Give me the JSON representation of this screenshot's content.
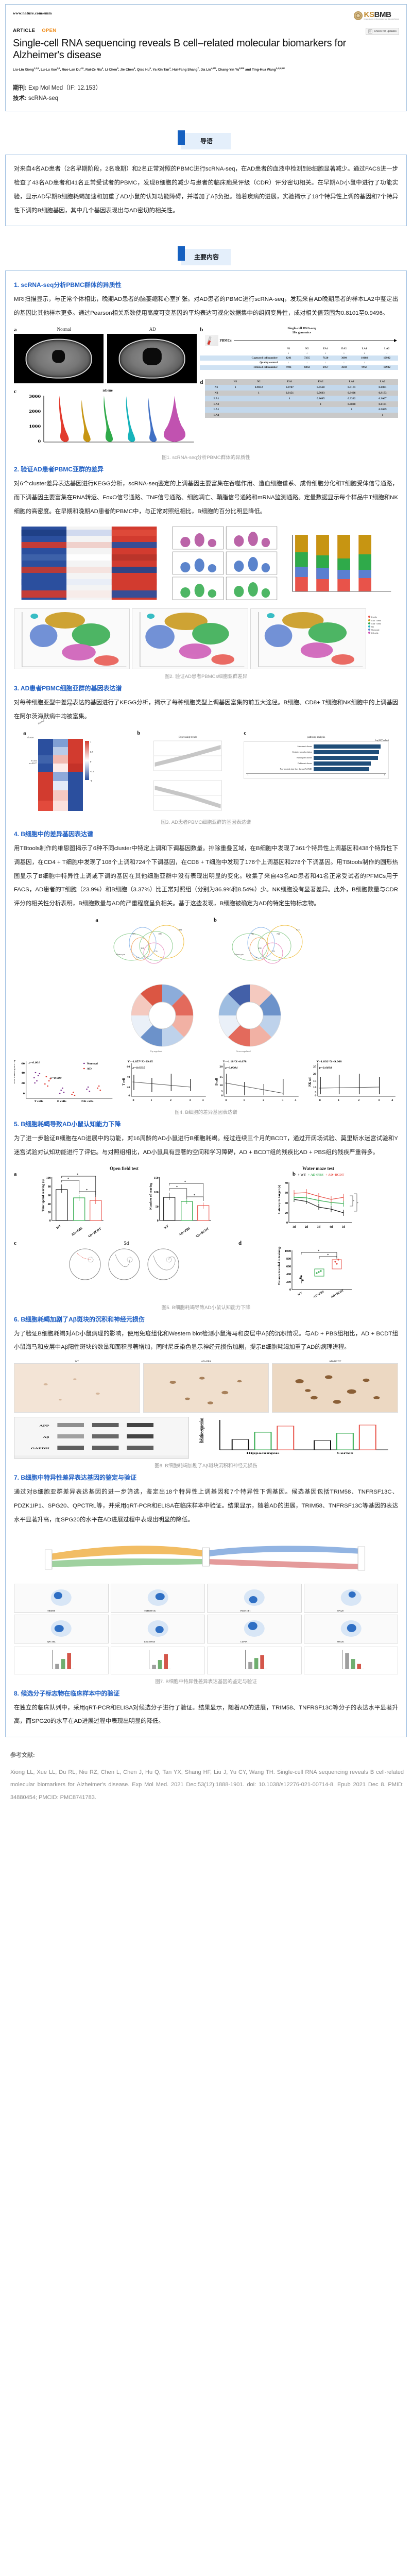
{
  "journal": {
    "url": "www.nature.com/emm",
    "logo_main": "KSBMB",
    "logo_sub": "Korean Society for Biochemistry and Molecular Biology",
    "badge_article": "ARTICLE",
    "badge_open": "OPEN",
    "check_updates": "Check for updates",
    "title": "Single-cell RNA sequencing reveals B cell–related molecular biomarkers for Alzheimer's disease",
    "authors": "Liu-Lin Xiong1,2,9, Lu-Lu Xue3,9, Ruo-Lan Du4,9, Rui-Ze Niu4, Li Chen5, Jie Chen6, Qiao Hu5, Ya-Xin Tan4, Hui-Fang Shang7, Jia Liu4,9✉, Chang-Yin Yu8,9✉ and Ting-Hua Wang3,4,5,9✉",
    "meta_journal_label": "期刊",
    "meta_journal_value": "Exp Mol Med（IF: 12.153）",
    "meta_tech_label": "技术",
    "meta_tech_value": "scRNA-seq"
  },
  "pills": {
    "intro": "导语",
    "main": "主要内容"
  },
  "intro_text": "对来自4名AD患者（2名早期阶段，2名晚期）和2名正常对照的PBMC进行scRNA-seq，在AD患者的血液中检测到B细胞显著减少。通过FACS进一步检查了43名AD患者和41名正常受试者的PBMC，发现B细胞的减少与患者的临床痴呆评级（CDR）评分密切相关。在早期AD小鼠中进行了功能实验，显示AD早期B细胞耗竭加速和加重了AD小鼠的认知功能障碍，并增加了Aβ负担。随着疾病的进展，实验揭示了18个特异性上调的基因和7个特异性下调的B细胞基因，其中几个基因表现出与AD密切的相关性。",
  "sections": [
    {
      "heading": "1. scRNA-seq分析PBMC群体的异质性",
      "body": "MRI扫描显示，与正常个体相比，晚期AD患者的脑萎缩和心室扩张。对AD患者的PBMC进行scRNA-seq，发现来自AD晚期患者的样本LA2中鉴定出的基因比其他样本更多。通过Pearson相关系数使用高度可变基因的平均表达可视化数据集中的组间变异性，成对相关值范围为0.8101至0.9496。",
      "figcap": "图1. scRNA-seq分析PBMC群体的异质性"
    },
    {
      "heading": "2. 验证AD患者PBMC亚群的差异",
      "body": "对6个cluster差异表达基因进行KEGG分析，scRNA-seq鉴定的上调基因主要富集在吞噬作用、造血细胞谱系、成骨细胞分化和T细胞受体信号通路，而下调基因主要富集在RNA转运、FoxO信号通路、TNF信号通路、细胞凋亡、鞘脂信号通路和mRNA监测通路。定量数据显示每个样品中T细胞和NK细胞的高密度。在早期和晚期AD患者的PBMC中，与正常对照组相比，B细胞的百分比明显降低。",
      "figcap": "图2. 验证AD患者PBMCs细胞亚群差异"
    },
    {
      "heading": "3. AD患者PBMC细胞亚群的基因表达谱",
      "body": "对每种细胞亚型中差异表达的基因进行了KEGG分析，揭示了每种细胞类型上调基因富集的前五大途径。B细胞、CD8+ T细胞和NK细胞中的上调基因在阿尔茨海默病中均被富集。",
      "figcap": "图3. AD患者PBMC细胞亚群的基因表达谱"
    },
    {
      "heading": "4. B细胞中的差异基因表达谱",
      "body": "用TBtools制作的维恩图揭示了6种不同cluster中特定上调和下调基因数量。排除重叠区域，在B细胞中发现了361个特异性上调基因和438个特异性下调基因，在CD4 + T细胞中发现了108个上调和724个下调基因，在CD8 + T细胞中发现了176个上调基因和278个下调基因。用TBtools制作的圆形热图显示了B细胞中特异性上调或下调的基因在其他细胞亚群中没有表现出明显的变化。收集了来自43名AD患者和41名正常受试者的PFMCs用于FACS，AD患者的T细胞（23.9%）和B细胞（3.37%）比正常对照组（分别为36.9%和8.54%）少。NK细胞没有显著差异。此外，B细胞数量与CDR评分的相关性分析表明，B细胞数量与AD的严重程度呈负相关。基于这些发现，B细胞被确定为AD的特定生物标志物。",
      "figcap": "图4. B细胞的差异基因表达谱"
    },
    {
      "heading": "5. B细胞耗竭导致AD小鼠认知能力下降",
      "body": "为了进一步验证B细胞在AD进展中的功能，对16周龄的AD小鼠进行B细胞耗竭。经过连续三个月的BCDT，通过开阔场试验、莫里斯水迷宫试验和Y迷宫试验对认知功能进行了评估。与对照组相比，AD小鼠具有显著的空间和学习障碍，AD + BCDT组的残疾比AD + PBS组的残疾严重得多。",
      "figcap": "图5. B细胞耗竭导致AD小鼠认知能力下降"
    },
    {
      "heading": "6. B细胞耗竭加剧了Aβ斑块的沉积和神经元损伤",
      "body": "为了验证B细胞耗竭对AD小鼠病理的影响，使用免疫组化和Western blot检测小鼠海马和皮层中Aβ的沉积情况。与AD + PBS组相比，AD + BCDT组小鼠海马和皮层中Aβ阳性斑块的数量和面积显著增加，同时尼氏染色显示神经元损伤加剧，提示B细胞耗竭加重了AD的病理进程。",
      "figcap": "图6. B细胞耗竭加剧了Aβ斑块沉积和神经元损伤"
    },
    {
      "heading": "7. B细胞中特异性差异表达基因的鉴定与验证",
      "body": "通过对B细胞亚群差异表达基因的进一步筛选，鉴定出18个特异性上调基因和7个特异性下调基因。候选基因包括TRIM58、TNFRSF13C、PDZK1IP1、SPG20、QPCTRL等，并采用qRT-PCR和ELISA在临床样本中验证。结果显示，随着AD的进展，TRIM58、TNFRSF13C等基因的表达水平显著升高，而SPG20的水平在AD进展过程中表现出明显的降低。",
      "figcap": "图7. B细胞中特异性差异表达基因的鉴定与验证"
    },
    {
      "heading": "8. 候选分子标志物在临床样本中的验证",
      "body": "在独立的临床队列中，采用qRT-PCR和ELISA对候选分子进行了验证。结果显示，随着AD的进展，TRIM58、TNFRSF13C等分子的表达水平显著升高，而SPG20的水平在AD进展过程中表现出明显的降低。",
      "figcap": ""
    }
  ],
  "references": {
    "label": "参考文献:",
    "text": "Xiong LL, Xue LL, Du RL, Niu RZ, Chen L, Chen J, Hu Q, Tan YX, Shang HF, Liu J, Yu CY, Wang TH. Single-cell RNA sequencing reveals B cell-related molecular biomarkers for Alzheimer's disease. Exp Mol Med. 2021 Dec;53(12):1888-1901. doi: 10.1038/s12276-021-00714-8. Epub 2021 Dec 8. PMID: 34880454; PMCID: PMC8741783."
  },
  "fig1": {
    "panel_a": "a",
    "panel_b": "b",
    "panel_c": "c",
    "panel_d": "d",
    "mri_normal": "Normal",
    "mri_ad": "AD",
    "pbmcs": "PBMCs",
    "seq_title_line1": "Single-cell RNA-seq",
    "seq_title_line2": "10x genomics",
    "samples": [
      "N1",
      "N2",
      "EA1",
      "EA2",
      "LA1",
      "LA2"
    ],
    "row_captured_label": "Captured cell number",
    "row_captured": [
      8241,
      7335,
      7120,
      3690,
      10180,
      10982
    ],
    "row_qc_label": "Quality control",
    "row_filtered_label": "Filtered cell number",
    "row_filtered": [
      7906,
      6842,
      6957,
      3648,
      9959,
      10932
    ],
    "violin_title": "nGene",
    "violin_yticks": [
      "3000",
      "2000",
      "1000",
      "0"
    ],
    "violin_colors": [
      "#e23b2e",
      "#c79512",
      "#2faa4a",
      "#17b3bb",
      "#3f6fc4",
      "#c152b0"
    ],
    "corr_header": [
      "",
      "N1",
      "N2",
      "EA1",
      "EA2",
      "LA1",
      "LA2"
    ],
    "corr_rows": [
      {
        "label": "N1",
        "values": [
          "1",
          "0.9052",
          "0.8707",
          "0.8568",
          "0.9171",
          "0.8801"
        ]
      },
      {
        "label": "N2",
        "values": [
          "",
          "1",
          "0.9151",
          "0.7693",
          "0.9496",
          "0.9173"
        ]
      },
      {
        "label": "EA1",
        "values": [
          "",
          "",
          "1",
          "0.8685",
          "0.9392",
          "0.9007"
        ]
      },
      {
        "label": "EA2",
        "values": [
          "",
          "",
          "",
          "1",
          "0.8038",
          "0.8101"
        ]
      },
      {
        "label": "LA1",
        "values": [
          "",
          "",
          "",
          "",
          "1",
          "0.9059"
        ]
      },
      {
        "label": "LA2",
        "values": [
          "",
          "",
          "",
          "",
          "",
          "1"
        ]
      }
    ]
  },
  "fig2": {
    "cluster_legend": [
      "B cells",
      "CD4 T cells",
      "CD8 T cells",
      "NK",
      "Monocyte",
      "DC cells"
    ],
    "cluster_colors": [
      "#e8534a",
      "#c79512",
      "#2faa4a",
      "#17b3bb",
      "#5b7fd0",
      "#cc55b4"
    ],
    "axis_label": "tSNE 1",
    "axis_label_y": "tSNE 2",
    "umap_label": "UMAP 1"
  },
  "fig3": {
    "panel_a": "a",
    "panel_b": "b",
    "panel_c": "c",
    "col_headers": [
      "Normal",
      "Early",
      "Late"
    ],
    "cluster_label": "cluster",
    "cell_label": "B cell",
    "cell_n": "n=3127",
    "trend_title": "Expressing trends",
    "pathway_title": "pathway analysis",
    "pathway_axis": "-log10(Pvalue)",
    "pathways": [
      {
        "name": "Alzheimer's disease",
        "value": 8.4
      },
      {
        "name": "Oxidative phosphorylation",
        "value": 8.2
      },
      {
        "name": "Huntington's disease",
        "value": 8.1
      },
      {
        "name": "Parkinson's disease",
        "value": 7.2
      },
      {
        "name": "Non-alcoholic fatty liver disease (NAFLD)",
        "value": 7.0
      }
    ],
    "scale_ticks": [
      "1",
      "0.5",
      "0",
      "-0.5",
      "-1"
    ]
  },
  "fig4": {
    "panel_a": "a",
    "panel_b": "b",
    "venn_labels": [
      "Monocyte",
      "NK",
      "DC",
      "CD4",
      "CD8",
      "B"
    ],
    "up_title": "Up-regulated genes",
    "down_title": "Down-regulated genes",
    "b_up": 361,
    "b_down": 438,
    "cd4_up": 108,
    "cd4_down": 724,
    "cd8_up": 176,
    "cd8_down": 278,
    "facs_y": "Cell count (100%)",
    "facs_x": [
      "T cells",
      "B cells",
      "NK cells"
    ],
    "facs_legend": [
      "Normal",
      "AD"
    ],
    "p_tcell": "p=0.001",
    "p_bcell": "p=0.000",
    "reg_t": {
      "eq": "Y=-1.857*X+29.05",
      "p": "p=0.0505",
      "ylabel": "T cell",
      "ymax": 60
    },
    "reg_b": {
      "eq": "Y=-1.18*X+6.678",
      "p": "p=0.0004",
      "ylabel": "B cell",
      "ymax": 20
    },
    "reg_nk": {
      "eq": "Y=1.892*X+9.068",
      "p": "p=0.6698",
      "ylabel": "NK cell",
      "ymax": 25
    },
    "reg_xticks": [
      "0",
      "1",
      "2",
      "3",
      "4"
    ]
  },
  "fig5": {
    "panel_a": "a",
    "panel_b": "b",
    "panel_c": "c",
    "panel_d": "d",
    "open_field_title": "Open field test",
    "water_maze_title": "Water maze test",
    "groups": [
      "WT",
      "AD+PBS",
      "AD+BCDT"
    ],
    "group_colors": [
      "#1a1a1a",
      "#2faa4a",
      "#e8534a"
    ],
    "chart1": {
      "ylabel": "Time spend rearing (s)",
      "ymax": 100,
      "values": [
        71,
        52,
        46
      ],
      "yticks": [
        "0",
        "20",
        "40",
        "60",
        "80",
        "100"
      ]
    },
    "chart2": {
      "ylabel": "Number of rearing",
      "ymax": 150,
      "values": [
        81,
        66,
        52
      ],
      "yticks": [
        "0",
        "50",
        "100",
        "150"
      ]
    },
    "chart3": {
      "ylabel": "Latency to target (s)",
      "ymax": 80,
      "xticks": [
        "1d",
        "2d",
        "3d",
        "4d",
        "5d"
      ],
      "series": [
        {
          "name": "WT",
          "values": [
            46,
            42,
            31,
            27,
            20
          ]
        },
        {
          "name": "AD+PBS",
          "values": [
            50,
            49,
            44,
            40,
            38
          ]
        },
        {
          "name": "AD+BCDT",
          "values": [
            58,
            59,
            52,
            46,
            50
          ]
        }
      ]
    },
    "chart4": {
      "ylabel": "Distance traveled in training (cm)",
      "ymax": 1000,
      "values": [
        330,
        480,
        660
      ],
      "yticks": [
        "0",
        "200",
        "400",
        "600",
        "800",
        "1000"
      ]
    },
    "day_label": "5d",
    "y_maze_title": "Y maze test"
  },
  "fig6": {
    "panel_a": "a",
    "panel_b": "b",
    "panel_c": "c",
    "panel_d": "d",
    "stain_label": "Aβ",
    "groups": [
      "WT",
      "AD+PBS",
      "AD+BCDT"
    ],
    "regions": [
      "Hippocampus",
      "Cortex"
    ],
    "wb_proteins": [
      "APP",
      "Aβ",
      "GAPDH"
    ],
    "bar_ylabel": "Relative expression"
  },
  "fig7": {
    "panel_a": "a",
    "panel_b": "b",
    "panel_c": "c",
    "genes": [
      "TRIM58",
      "TNFRSF13C",
      "PDZK1IP1",
      "SPG20",
      "QPCTRL",
      "LINC00926",
      "CD79A",
      "MS4A1"
    ],
    "up_count": 18,
    "down_count": 7,
    "groups": [
      "Normal",
      "Early AD",
      "Late AD"
    ],
    "ylabel": "Relative mRNA level"
  }
}
